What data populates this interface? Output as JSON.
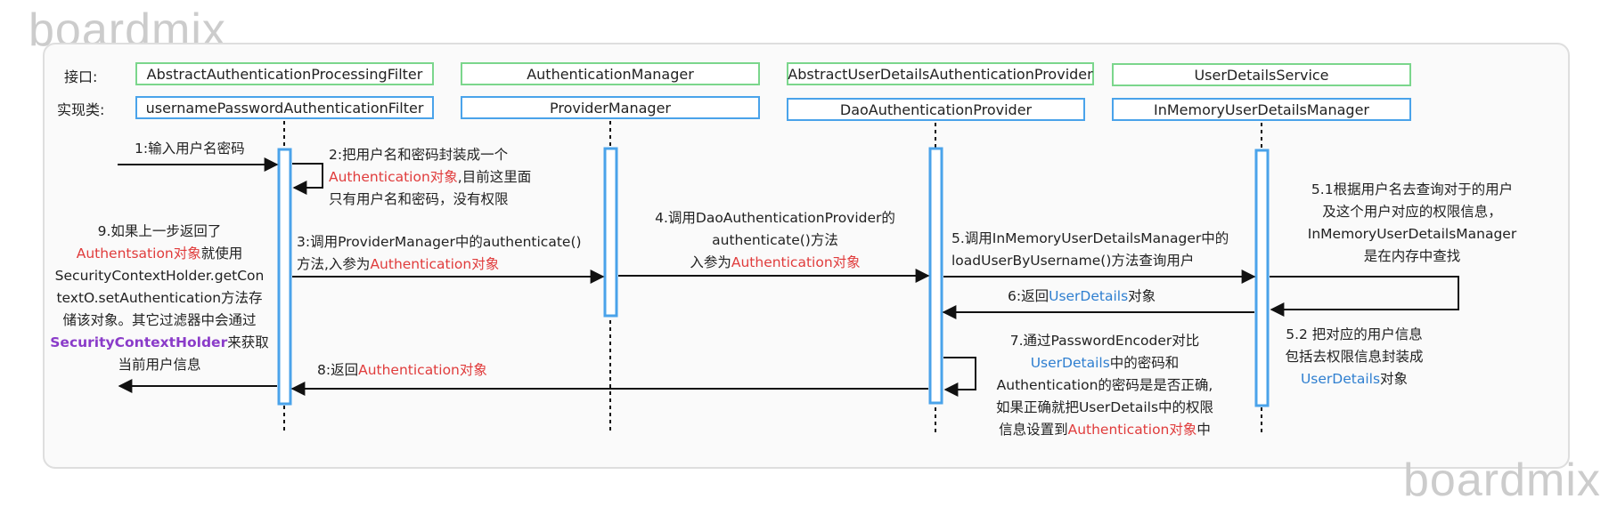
{
  "watermark": "boardmix",
  "labels": {
    "interface": "接口:",
    "impl": "实现类:"
  },
  "participants": [
    {
      "interface": "AbstractAuthenticationProcessingFilter",
      "impl": "usernamePasswordAuthenticationFilter"
    },
    {
      "interface": "AuthenticationManager",
      "impl": "ProviderManager"
    },
    {
      "interface": "AbstractUserDetailsAuthenticationProvider",
      "impl": "DaoAuthenticationProvider"
    },
    {
      "interface": "UserDetailsService",
      "impl": "InMemoryUserDetailsManager"
    }
  ],
  "messages": {
    "m1": "1:输入用户名密码",
    "m2": {
      "l1": "2:把用户名和密码封装成一个",
      "l2a": "Authentication对象",
      "l2b": ",目前这里面",
      "l3": "只有用户名和密码，没有权限"
    },
    "m3": {
      "l1": "3:调用ProviderManager中的authenticate()",
      "l2a": "方法,入参为",
      "l2b": "Authentication对象"
    },
    "m4": {
      "l1": "4.调用DaoAuthenticationProvider的",
      "l2": "authenticate()方法",
      "l3a": "入参为",
      "l3b": "Authentication对象"
    },
    "m5": {
      "l1": "5.调用InMemoryUserDetailsManager中的",
      "l2": "loadUserByUsername()方法查询用户"
    },
    "m51": {
      "l1": "5.1根据用户名去查询对于的用户",
      "l2": "及这个用户对应的权限信息，",
      "l3": "InMemoryUserDetailsManager",
      "l4": "是在内存中查找"
    },
    "m52": {
      "l1": "5.2 把对应的用户信息",
      "l2": "包括去权限信息封装成",
      "l3a": "UserDetails",
      "l3b": "对象"
    },
    "m6": {
      "a": "6:返回",
      "b": "UserDetails",
      "c": "对象"
    },
    "m7": {
      "l1": "7.通过PasswordEncoder对比",
      "l2a": "UserDetails",
      "l2b": "中的密码和",
      "l3": "Authentication的密码是是否正确,",
      "l4": "如果正确就把UserDetails中的权限",
      "l5a": "信息设置到",
      "l5b": "Authentication对象",
      "l5c": "中"
    },
    "m8": {
      "a": "8:返回",
      "b": "Authentication对象"
    },
    "m9": {
      "l1": "9.如果上一步返回了",
      "l2a": "Authentsation对象",
      "l2b": "就使用",
      "l3": "SecurityContextHolder.getCon",
      "l4": "textO.setAuthentication方法存",
      "l5": "储该对象。其它过滤器中会通过",
      "l6a": "SecurityContextHolder",
      "l6b": "来获取",
      "l7": "当前用户信息"
    }
  },
  "colors": {
    "interface_border": "#7bd68c",
    "impl_border": "#4aa3ea",
    "activation": "#4aa3ea",
    "highlight_red": "#e03c3c",
    "highlight_blue": "#2f7fd0",
    "highlight_purple": "#8a3bc9"
  }
}
